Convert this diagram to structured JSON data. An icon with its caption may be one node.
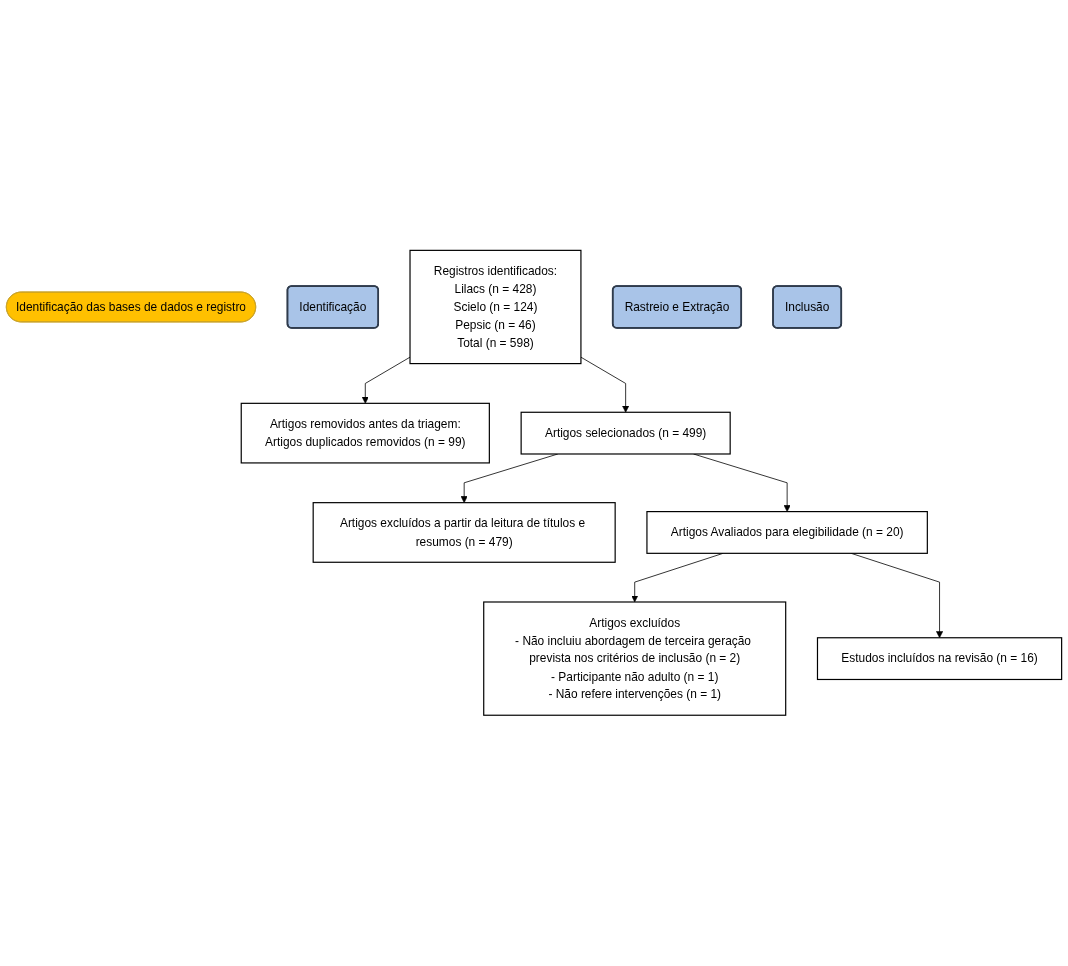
{
  "diagram": {
    "nodes": [
      {
        "text": [
          "Identificação das bases de dados e registro"
        ]
      },
      {
        "text": [
          "Identificação"
        ]
      },
      {
        "text": [
          "Registros identificados:",
          "Lilacs (n = 428)",
          "Scielo (n = 124)",
          "Pepsic (n = 46)",
          "Total (n = 598)"
        ]
      },
      {
        "text": [
          "Artigos removidos antes da triagem:",
          "Artigos duplicados removidos (n = 99)"
        ]
      },
      {
        "text": [
          "Rastreio e Extração"
        ]
      },
      {
        "text": [
          "Artigos selecionados (n = 499)"
        ]
      },
      {
        "text": [
          "Artigos excluídos a partir da leitura de títulos e resumos (n = 479)"
        ]
      },
      {
        "text": [
          "Artigos Avaliados para elegibilidade (n = 20)"
        ]
      },
      {
        "text": [
          "Artigos excluídos",
          "- Não incluiu abordagem de terceira geração prevista nos critérios de inclusão (n = 2)",
          "- Participante não adulto (n = 1)",
          "- Não refere intervenções (n = 1)"
        ]
      },
      {
        "text": [
          "Inclusão"
        ]
      },
      {
        "text": [
          "Estudos incluídos na revisão (n = 16)"
        ]
      }
    ],
    "edges": [
      {
        "from": 2,
        "to": 3,
        "arrow": "to"
      },
      {
        "from": 2,
        "to": 5,
        "arrow": "to"
      },
      {
        "from": 5,
        "to": 6,
        "arrow": "to"
      },
      {
        "from": 5,
        "to": 7,
        "arrow": "to"
      },
      {
        "from": 7,
        "to": 8,
        "arrow": "to"
      },
      {
        "from": 7,
        "to": 10,
        "arrow": "to"
      }
    ]
  }
}
